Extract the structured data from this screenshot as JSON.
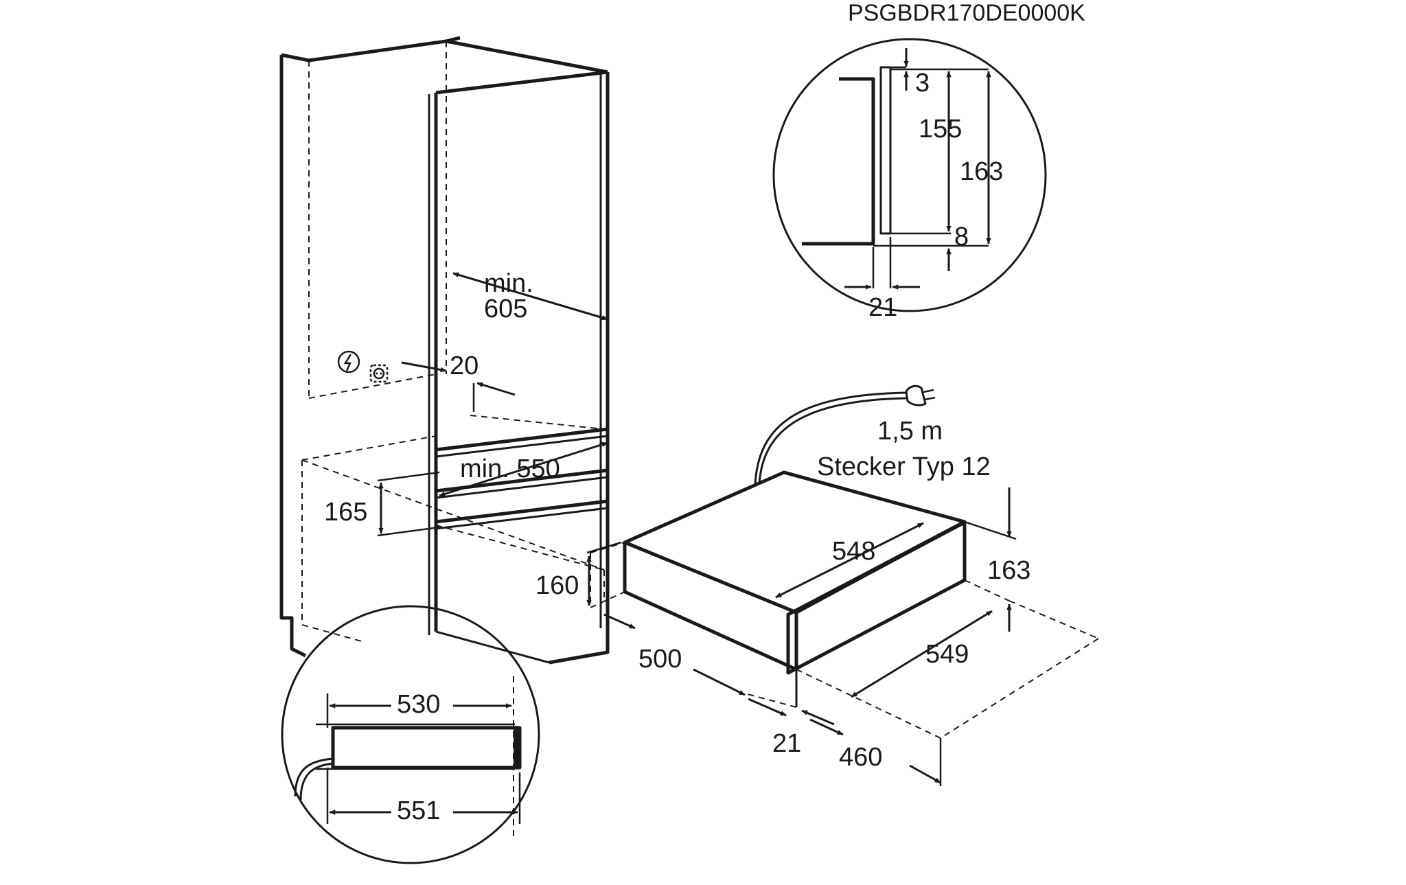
{
  "model_code": "PSGBDR170DE0000K",
  "cabinet": {
    "depth_label_line1": "min.",
    "depth_label_line2": "605",
    "socket_offset": "20",
    "niche_depth": "min. 550",
    "niche_height": "165"
  },
  "detail_top": {
    "gap_top": "3",
    "inner_height": "155",
    "total_height": "163",
    "gap_bottom": "8",
    "thickness": "21"
  },
  "appliance": {
    "cable_length": "1,5 m",
    "plug_type": "Stecker Typ 12",
    "top_width": "548",
    "front_height": "163",
    "body_height": "160",
    "body_depth": "500",
    "front_width": "549",
    "front_thickness": "21",
    "total_depth": "460"
  },
  "detail_bottom": {
    "inner_width": "530",
    "outer_width": "551"
  },
  "icons": [
    "lightning-icon",
    "socket-icon",
    "plug-icon"
  ]
}
